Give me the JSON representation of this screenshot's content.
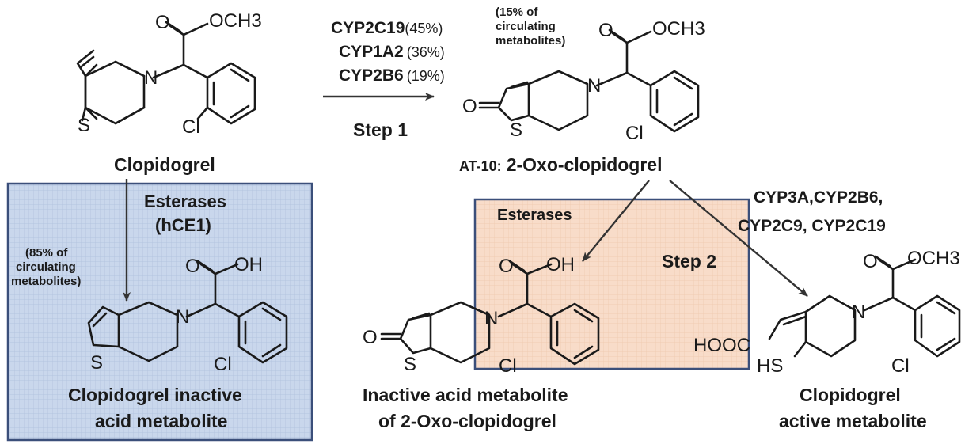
{
  "colors": {
    "blue_box_fill": "#c9d7ec",
    "blue_box_grid": "#aebfdb",
    "blue_box_border": "#3b4f7a",
    "orange_box_fill": "#f7d6bf",
    "orange_box_grid": "#ebbf9e",
    "orange_box_border": "#3b4f7a",
    "ink": "#1a1a1a"
  },
  "compounds": {
    "clopidogrel": {
      "name": "Clopidogrel"
    },
    "oxo": {
      "prefix": "AT-10:",
      "name": "2-Oxo-clopidogrel",
      "share": [
        "(15% of",
        "circulating",
        "metabolites)"
      ]
    },
    "inactive_acid": {
      "name_lines": [
        "Clopidogrel inactive",
        "acid metabolite"
      ],
      "share": [
        "(85% of",
        "circulating",
        "metabolites)"
      ]
    },
    "inactive_oxo_acid": {
      "name_lines": [
        "Inactive acid metabolite",
        "of 2-Oxo-clopidogrel"
      ]
    },
    "active": {
      "name_lines": [
        "Clopidogrel",
        "active metabolite"
      ]
    }
  },
  "atoms": {
    "o": "O",
    "och3": "OCH3",
    "oh": "OH",
    "n": "N",
    "s": "S",
    "cl": "Cl",
    "hooc": "HOOC",
    "hs": "HS"
  },
  "step1": {
    "label": "Step 1",
    "enzymes": [
      {
        "name": "CYP2C19",
        "pct": "(45%)"
      },
      {
        "name": "CYP1A2",
        "pct": "(36%)"
      },
      {
        "name": "CYP2B6",
        "pct": "(19%)"
      }
    ]
  },
  "esterases_left": {
    "label": "Esterases",
    "sub": "(hCE1)"
  },
  "esterases_right": {
    "label": "Esterases"
  },
  "step2": {
    "label": "Step 2",
    "enzyme_lines": [
      "CYP3A,CYP2B6,",
      "CYP2C9, CYP2C19"
    ]
  }
}
